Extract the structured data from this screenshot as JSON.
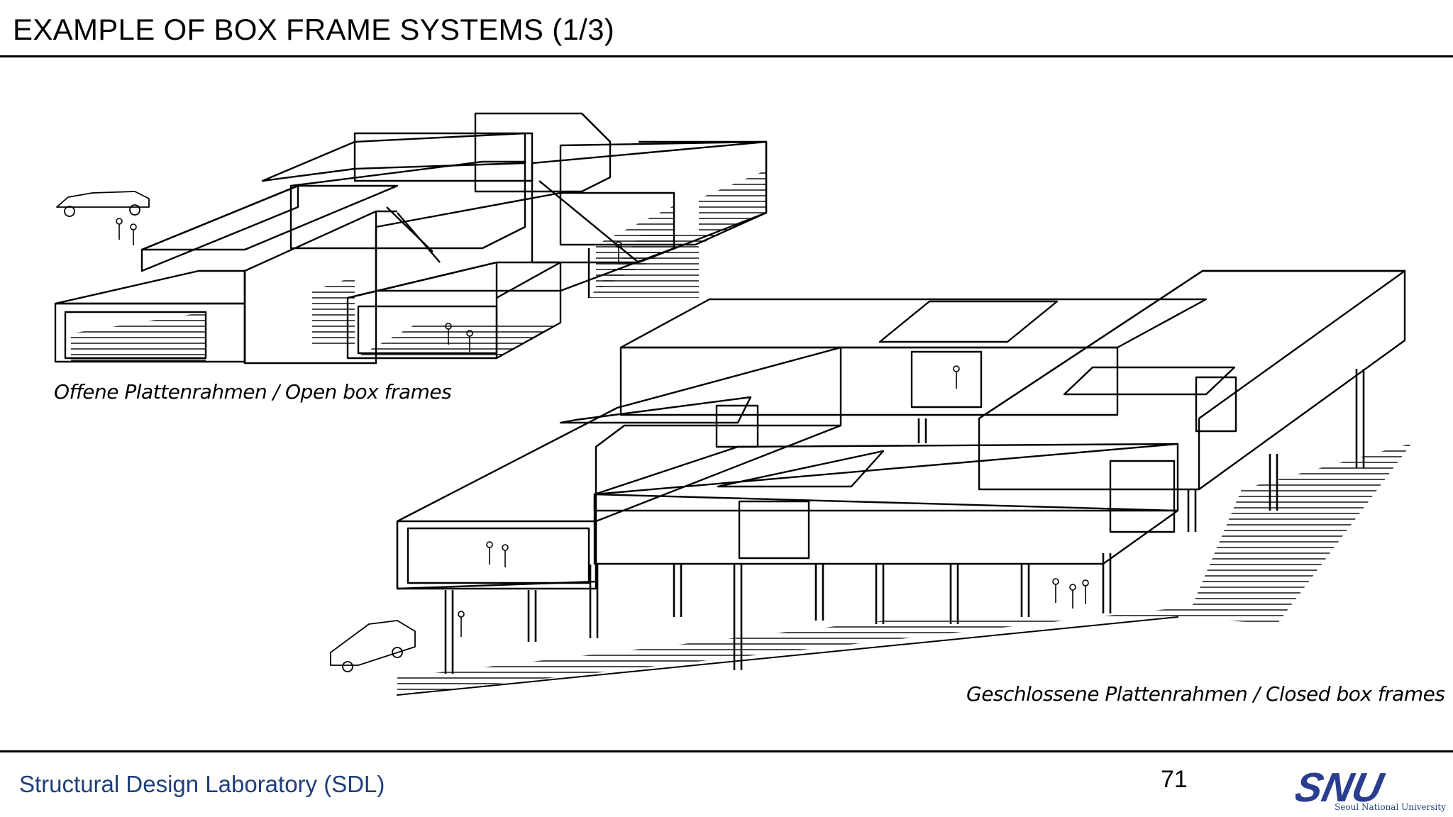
{
  "slide": {
    "title": "EXAMPLE OF BOX FRAME SYSTEMS (1/3)"
  },
  "figure": {
    "caption_open": "Offene Plattenrahmen  /  Open box frames",
    "caption_closed": "Geschlossene Plattenrahmen  /  Closed box frames"
  },
  "footer": {
    "lab_name": "Structural Design Laboratory (SDL)",
    "page_number": "71",
    "logo_text": "SNU",
    "logo_tagline": "Seoul National University"
  },
  "colors": {
    "footer_text": "#1f3f7a",
    "logo": "#2b3d8f",
    "line": "#000000"
  }
}
